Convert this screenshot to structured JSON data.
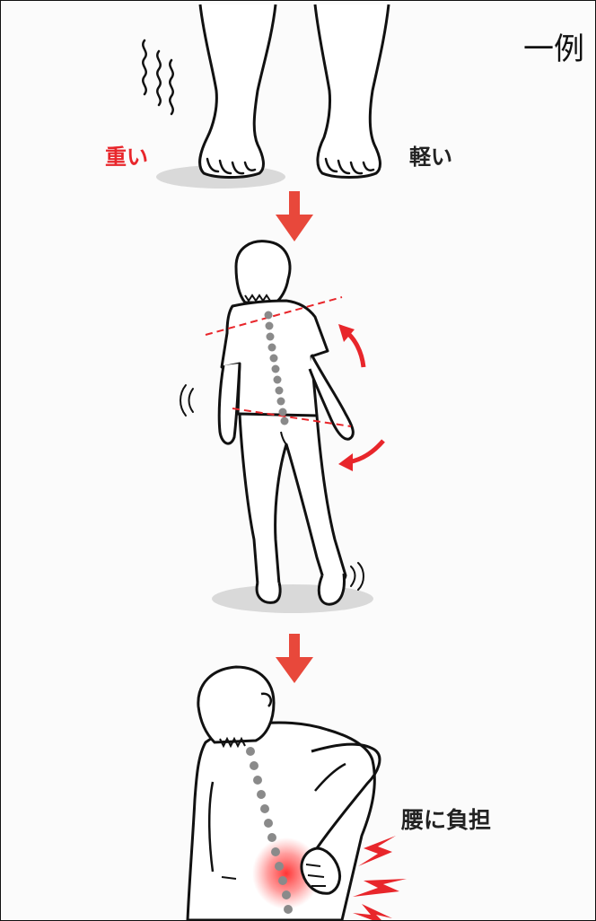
{
  "labels": {
    "example": "一例",
    "heavy": "重い",
    "light": "軽い",
    "back_strain": "腰に負担"
  },
  "colors": {
    "accent_red": "#e8262b",
    "arrow_red": "#e8483b",
    "line_black": "#111111",
    "spine_gray": "#8a8a8a",
    "shadow_gray": "#d9d9d9"
  },
  "icons": [
    "vibration-lines-icon",
    "down-arrow-icon",
    "rotation-arrow-icon",
    "motion-lines-icon",
    "pain-spark-icon"
  ]
}
